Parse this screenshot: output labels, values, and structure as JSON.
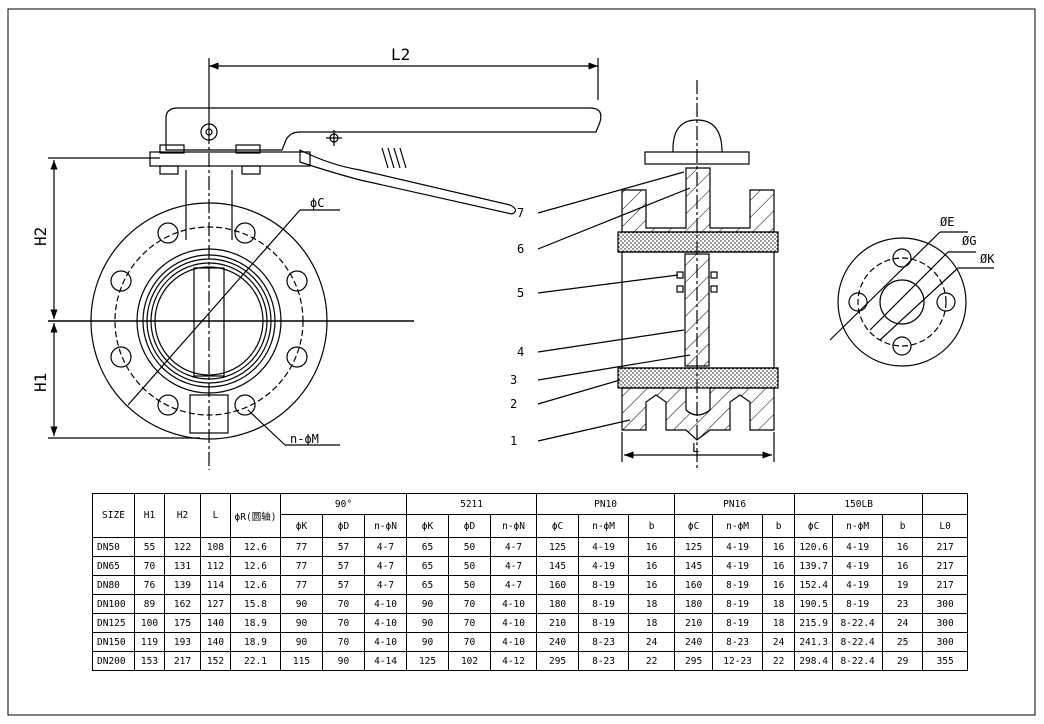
{
  "labels": {
    "L2": "L2",
    "H1": "H1",
    "H2": "H2",
    "phiC": "ϕC",
    "nphiM": "n-ϕM",
    "L": "L",
    "phiE": "ØE",
    "phiG": "ØG",
    "phiK": "ØK",
    "callouts": [
      "7",
      "6",
      "5",
      "4",
      "3",
      "2",
      "1"
    ]
  },
  "table": {
    "fixed_headers": [
      "SIZE",
      "H1",
      "H2",
      "L",
      "ϕR(圆轴)"
    ],
    "groups": [
      {
        "name": "90°",
        "cols": [
          "ϕK",
          "ϕD",
          "n-ϕN"
        ]
      },
      {
        "name": "5211",
        "cols": [
          "ϕK",
          "ϕD",
          "n-ϕN"
        ]
      },
      {
        "name": "PN10",
        "cols": [
          "ϕC",
          "n-ϕM",
          "b"
        ]
      },
      {
        "name": "PN16",
        "cols": [
          "ϕC",
          "n-ϕM",
          "b"
        ]
      },
      {
        "name": "150LB",
        "cols": [
          "ϕC",
          "n-ϕM",
          "b"
        ]
      }
    ],
    "last_header": "L0",
    "rows": [
      [
        "DN50",
        "55",
        "122",
        "108",
        "12.6",
        "77",
        "57",
        "4-7",
        "65",
        "50",
        "4-7",
        "125",
        "4-19",
        "16",
        "125",
        "4-19",
        "16",
        "120.6",
        "4-19",
        "16",
        "217"
      ],
      [
        "DN65",
        "70",
        "131",
        "112",
        "12.6",
        "77",
        "57",
        "4-7",
        "65",
        "50",
        "4-7",
        "145",
        "4-19",
        "16",
        "145",
        "4-19",
        "16",
        "139.7",
        "4-19",
        "16",
        "217"
      ],
      [
        "DN80",
        "76",
        "139",
        "114",
        "12.6",
        "77",
        "57",
        "4-7",
        "65",
        "50",
        "4-7",
        "160",
        "8-19",
        "16",
        "160",
        "8-19",
        "16",
        "152.4",
        "4-19",
        "19",
        "217"
      ],
      [
        "DN100",
        "89",
        "162",
        "127",
        "15.8",
        "90",
        "70",
        "4-10",
        "90",
        "70",
        "4-10",
        "180",
        "8-19",
        "18",
        "180",
        "8-19",
        "18",
        "190.5",
        "8-19",
        "23",
        "300"
      ],
      [
        "DN125",
        "100",
        "175",
        "140",
        "18.9",
        "90",
        "70",
        "4-10",
        "90",
        "70",
        "4-10",
        "210",
        "8-19",
        "18",
        "210",
        "8-19",
        "18",
        "215.9",
        "8-22.4",
        "24",
        "300"
      ],
      [
        "DN150",
        "119",
        "193",
        "140",
        "18.9",
        "90",
        "70",
        "4-10",
        "90",
        "70",
        "4-10",
        "240",
        "8-23",
        "24",
        "240",
        "8-23",
        "24",
        "241.3",
        "8-22.4",
        "25",
        "300"
      ],
      [
        "DN200",
        "153",
        "217",
        "152",
        "22.1",
        "115",
        "90",
        "4-14",
        "125",
        "102",
        "4-12",
        "295",
        "8-23",
        "22",
        "295",
        "12-23",
        "22",
        "298.4",
        "8-22.4",
        "29",
        "355"
      ]
    ]
  }
}
